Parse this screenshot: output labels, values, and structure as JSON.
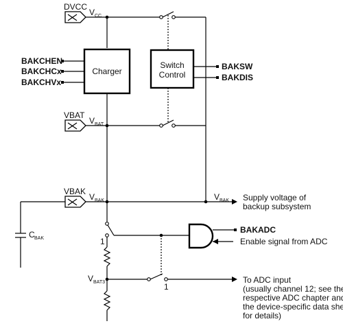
{
  "pins": {
    "dvcc": "DVCC",
    "vbat": "VBAT",
    "vbak": "VBAK",
    "vcc_node": "V",
    "vcc_sub": "CC",
    "vbat_node": "V",
    "vbat_sub": "BAT",
    "vbak_node": "V",
    "vbak_sub": "BAK",
    "vbak_right": "V",
    "vbak_right_sub": "BAK",
    "vbat3": "V",
    "vbat3_sub": "BAT3"
  },
  "blocks": {
    "charger": "Charger",
    "switch_line1": "Switch",
    "switch_line2": "Control"
  },
  "signals": {
    "bakchen": "BAKCHEN",
    "bakchcx": "BAKCHCx",
    "bakchvx": "BAKCHVx",
    "baksw": "BAKSW",
    "bakdis": "BAKDIS",
    "bakadc": "BAKADC",
    "enable_adc": "Enable signal from ADC"
  },
  "cap": {
    "c": "C",
    "sub": "BAK"
  },
  "switch_pos": {
    "one_a": "1",
    "one_b": "1"
  },
  "notes": {
    "supply_line1": "Supply voltage of",
    "supply_line2": "backup subsystem",
    "adc_line1": "To ADC input",
    "adc_line2": "(usually channel 12; see the",
    "adc_line3": "respective ADC chapter and",
    "adc_line4": "the device-specific data sheet",
    "adc_line5": "for details)"
  },
  "colors": {
    "line": "#000000",
    "background": "#ffffff"
  }
}
